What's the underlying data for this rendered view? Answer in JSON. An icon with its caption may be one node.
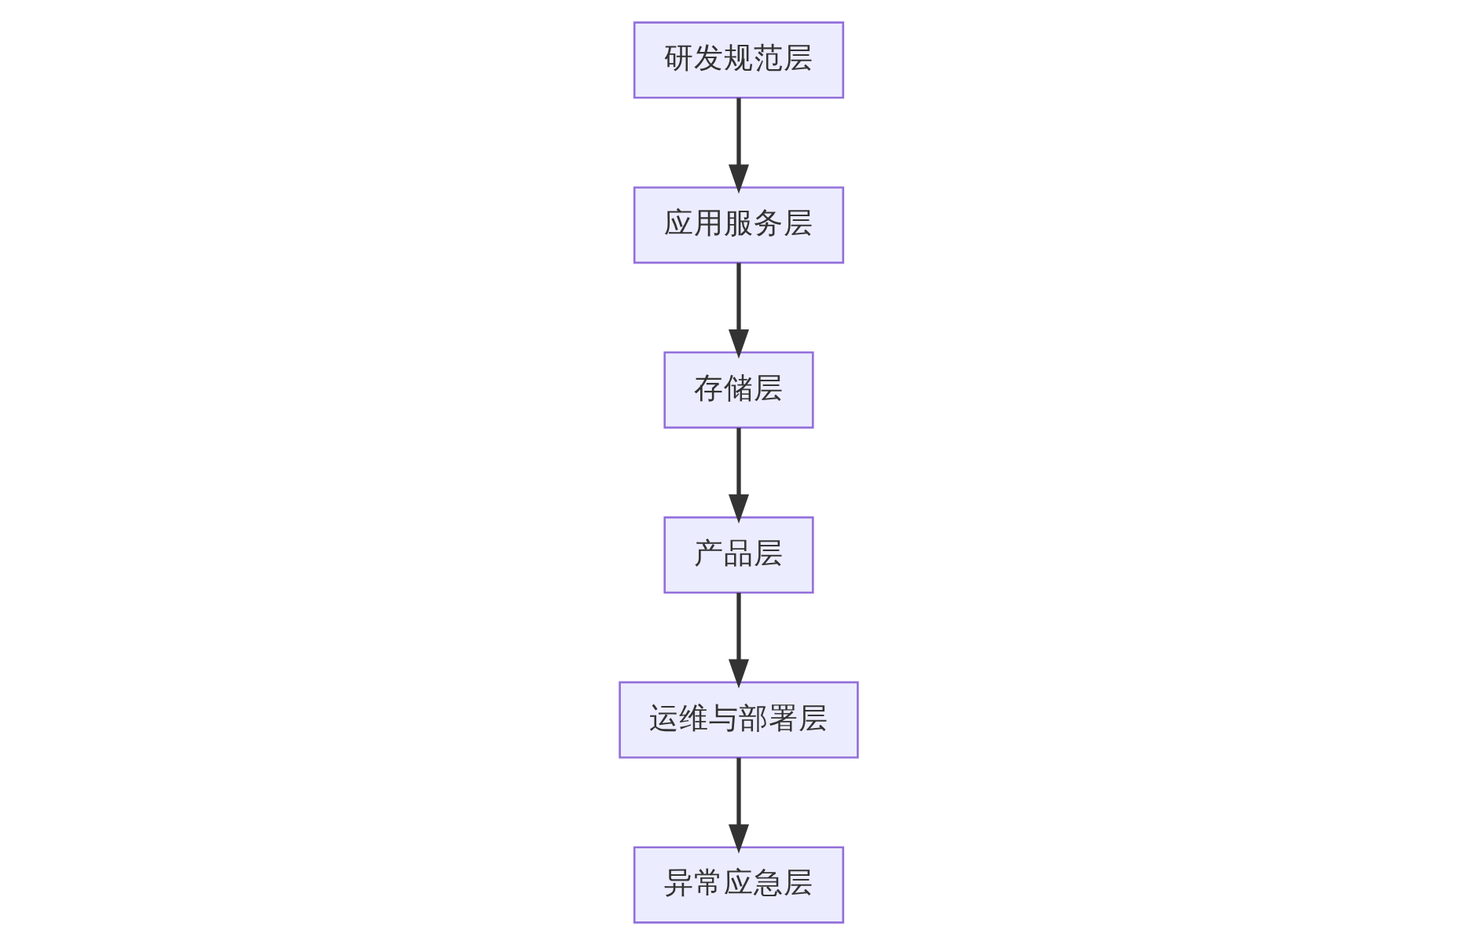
{
  "diagram": {
    "nodes": [
      {
        "text": [
          "研发规范层"
        ]
      },
      {
        "text": [
          "应用服务层"
        ]
      },
      {
        "text": [
          "存储层"
        ]
      },
      {
        "text": [
          "产品层"
        ]
      },
      {
        "text": [
          "运维与部署层"
        ]
      },
      {
        "text": [
          "异常应急层"
        ]
      }
    ],
    "edges": [
      {
        "from": 0,
        "to": 1,
        "arrow": "to"
      },
      {
        "from": 1,
        "to": 2,
        "arrow": "to"
      },
      {
        "from": 2,
        "to": 3,
        "arrow": "to"
      },
      {
        "from": 3,
        "to": 4,
        "arrow": "to"
      },
      {
        "from": 4,
        "to": 5,
        "arrow": "to"
      }
    ]
  }
}
